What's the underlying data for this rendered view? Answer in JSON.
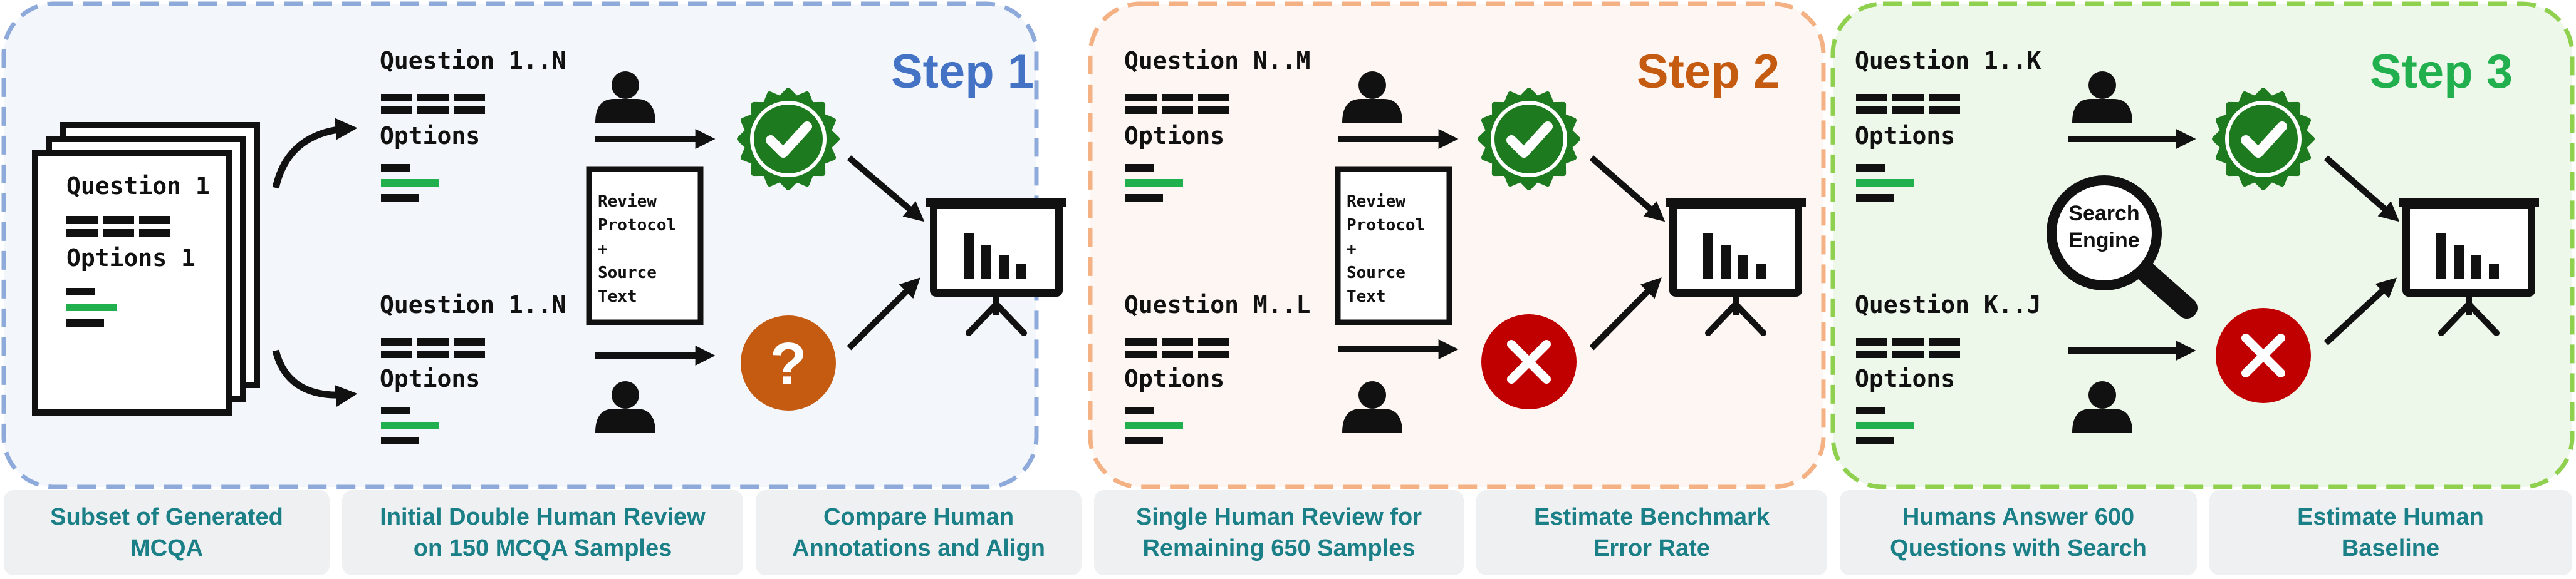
{
  "steps": [
    {
      "title": "Step 1",
      "color": "#4472c4"
    },
    {
      "title": "Step 2",
      "color": "#c55a11"
    },
    {
      "title": "Step 3",
      "color": "#22b04e"
    }
  ],
  "doc": {
    "question": "Question 1",
    "options": "Options 1"
  },
  "cards": {
    "s1_top": {
      "question": "Question 1..N",
      "options": "Options"
    },
    "s1_bot": {
      "question": "Question 1..N",
      "options": "Options"
    },
    "s2_top": {
      "question": "Question N..M",
      "options": "Options"
    },
    "s2_bot": {
      "question": "Question M..L",
      "options": "Options"
    },
    "s3_top": {
      "question": "Question 1..K",
      "options": "Options"
    },
    "s3_bot": {
      "question": "Question K..J",
      "options": "Options"
    }
  },
  "review_box": {
    "line1": "Review",
    "line2": "Protocol",
    "line3": "+",
    "line4": "Source",
    "line5": "Text"
  },
  "search_engine": {
    "line1": "Search",
    "line2": "Engine"
  },
  "question_mark": "?",
  "captions": [
    {
      "line1": "Subset of Generated",
      "line2": "MCQA"
    },
    {
      "line1": "Initial Double Human Review",
      "line2": "on 150 MCQA Samples"
    },
    {
      "line1": "Compare Human",
      "line2": "Annotations and Align"
    },
    {
      "line1": "Single Human Review for",
      "line2": "Remaining 650 Samples"
    },
    {
      "line1": "Estimate Benchmark",
      "line2": "Error Rate"
    },
    {
      "line1": "Humans Answer 600",
      "line2": "Questions with Search"
    },
    {
      "line1": "Estimate Human",
      "line2": "Baseline"
    }
  ],
  "colors": {
    "accent_green": "#22b04e",
    "badge_green": "#1e7a1e",
    "reject_red": "#c00000",
    "question_orange": "#c55a11",
    "caption_bg": "#eef0f2",
    "caption_text": "#1a7f86"
  },
  "icons": [
    "person-icon",
    "check-badge-icon",
    "question-circle-icon",
    "cross-circle-icon",
    "presentation-chart-icon",
    "magnifier-icon",
    "curved-arrow-icon"
  ]
}
